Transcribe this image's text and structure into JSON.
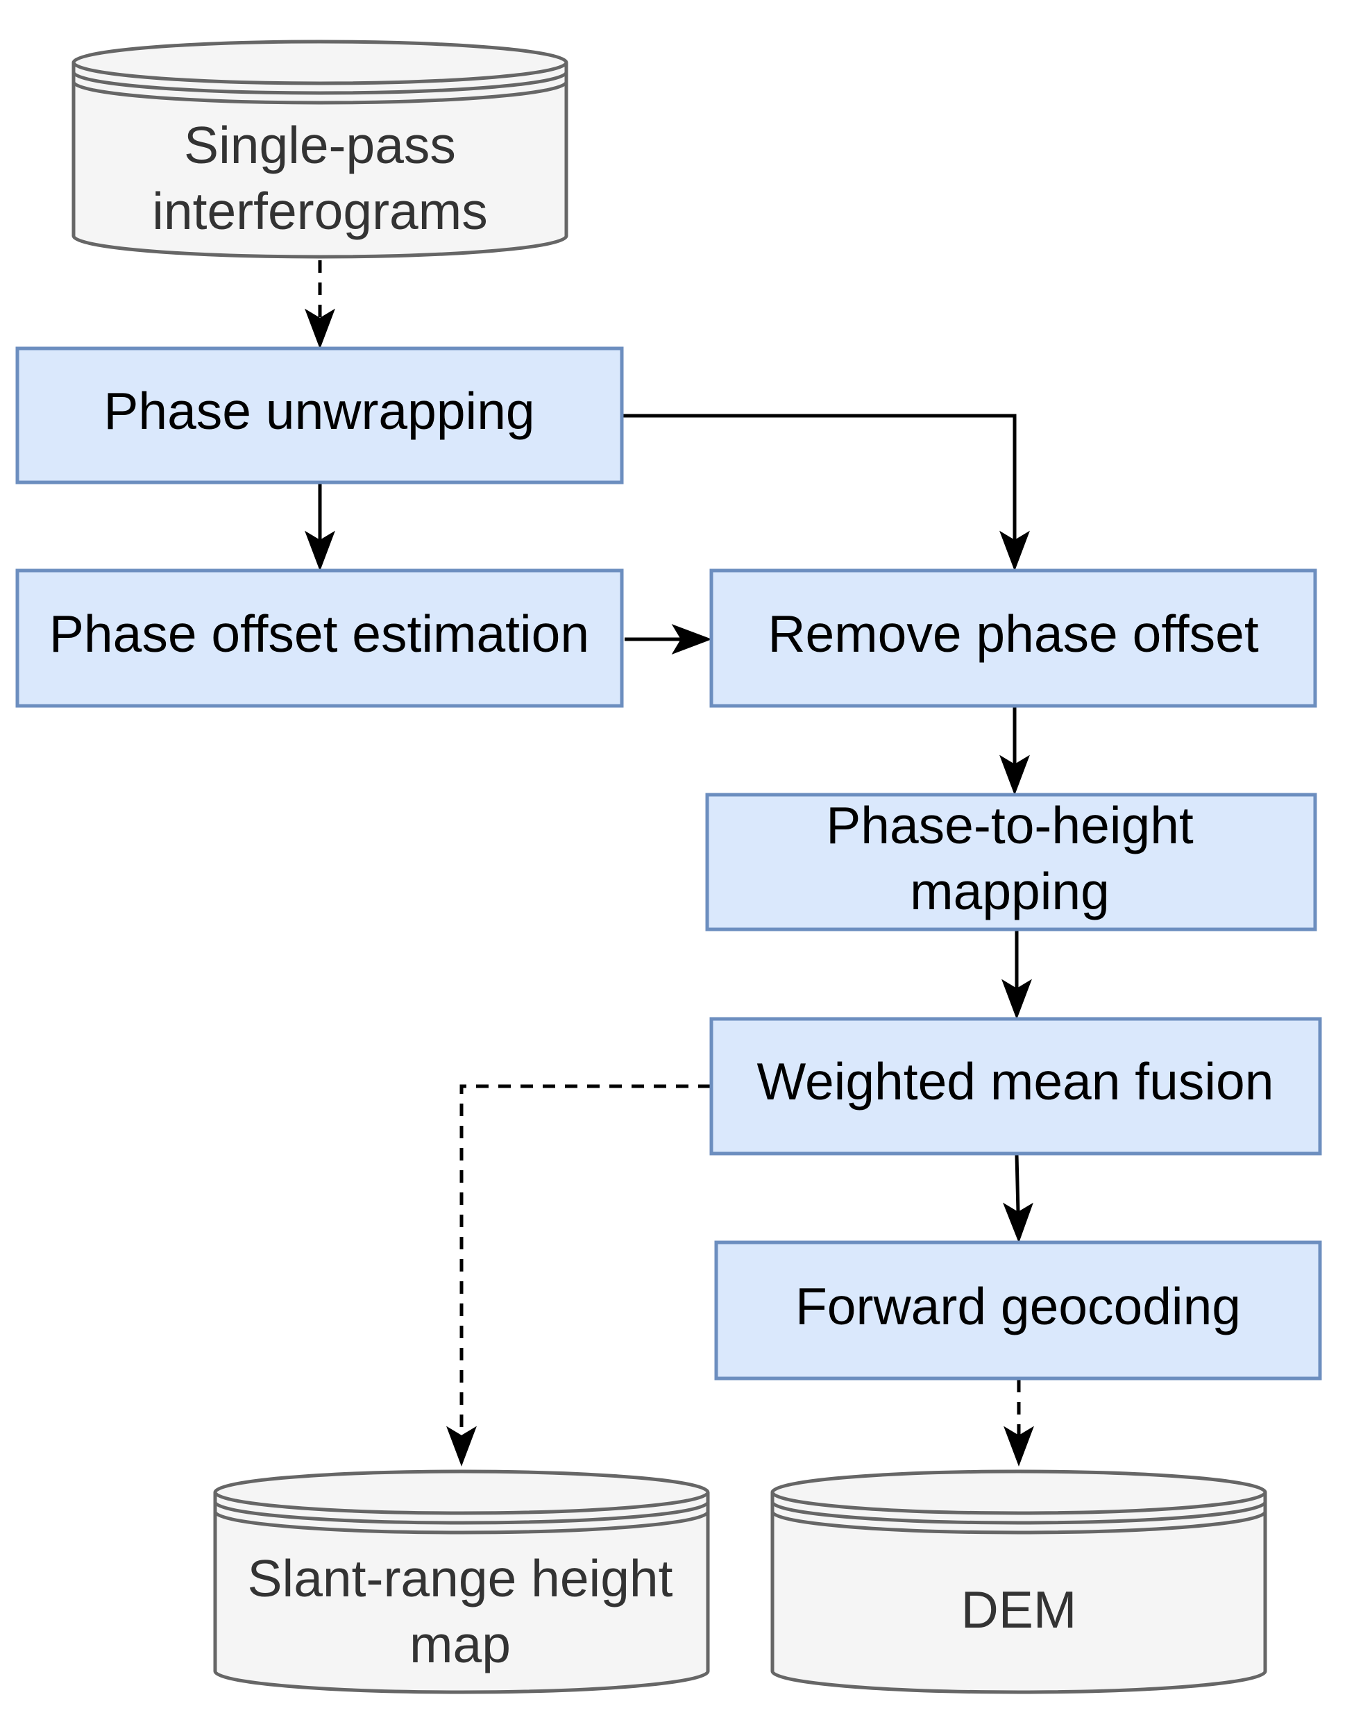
{
  "nodes": {
    "interferograms": {
      "label_line1": "Single-pass",
      "label_line2": "interferograms",
      "shape": "database-cylinder"
    },
    "phase_unwrapping": {
      "label": "Phase unwrapping",
      "shape": "process-box"
    },
    "phase_offset_estimation": {
      "label": "Phase offset estimation",
      "shape": "process-box"
    },
    "remove_phase_offset": {
      "label": "Remove phase offset",
      "shape": "process-box"
    },
    "phase_to_height": {
      "label_line1": "Phase-to-height",
      "label_line2": "mapping",
      "shape": "process-box"
    },
    "weighted_mean_fusion": {
      "label": "Weighted mean fusion",
      "shape": "process-box"
    },
    "forward_geocoding": {
      "label": "Forward geocoding",
      "shape": "process-box"
    },
    "slant_range_height_map": {
      "label_line1": "Slant-range height",
      "label_line2": "map",
      "shape": "database-cylinder"
    },
    "dem": {
      "label": "DEM",
      "shape": "database-cylinder"
    }
  },
  "edges": [
    {
      "from": "interferograms",
      "to": "phase_unwrapping",
      "style": "dashed"
    },
    {
      "from": "phase_unwrapping",
      "to": "phase_offset_estimation",
      "style": "solid"
    },
    {
      "from": "phase_unwrapping",
      "to": "remove_phase_offset",
      "style": "solid"
    },
    {
      "from": "phase_offset_estimation",
      "to": "remove_phase_offset",
      "style": "solid"
    },
    {
      "from": "remove_phase_offset",
      "to": "phase_to_height",
      "style": "solid"
    },
    {
      "from": "phase_to_height",
      "to": "weighted_mean_fusion",
      "style": "solid"
    },
    {
      "from": "weighted_mean_fusion",
      "to": "forward_geocoding",
      "style": "solid"
    },
    {
      "from": "weighted_mean_fusion",
      "to": "slant_range_height_map",
      "style": "dashed"
    },
    {
      "from": "forward_geocoding",
      "to": "dem",
      "style": "dashed"
    }
  ],
  "colors": {
    "process_fill": "#dae8fc",
    "process_stroke": "#6c8ebf",
    "database_fill": "#f5f5f5",
    "database_stroke": "#666666",
    "database_text": "#333333",
    "edge": "#000000"
  }
}
